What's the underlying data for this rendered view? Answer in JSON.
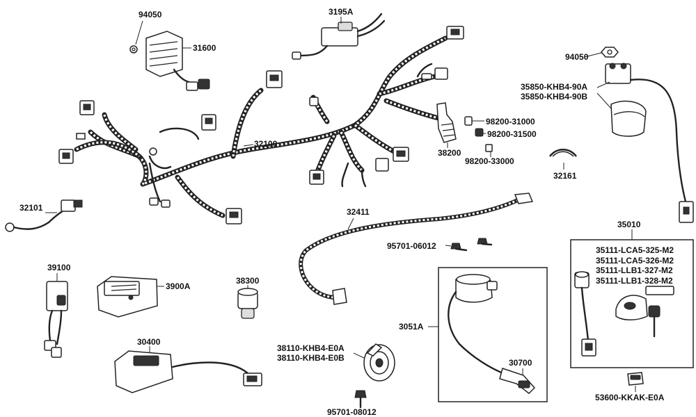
{
  "parts": {
    "p94050_top": "94050",
    "p31600": "31600",
    "p3195A": "3195A",
    "p94050_right": "94050",
    "p35850_90A": "35850-KHB4-90A",
    "p35850_90B": "35850-KHB4-90B",
    "p98200_31000": "98200-31000",
    "p98200_31500": "98200-31500",
    "p38200": "38200",
    "p98200_33000": "98200-33000",
    "p32100": "32100",
    "p32161": "32161",
    "p32101": "32101",
    "p32411": "32411",
    "p35010": "35010",
    "p95701_06012": "95701-06012",
    "p35111_325": "35111-LCA5-325-M2",
    "p35111_326": "35111-LCA5-326-M2",
    "p35111_327": "35111-LLB1-327-M2",
    "p35111_328": "35111-LLB1-328-M2",
    "p39100": "39100",
    "p3900A": "3900A",
    "p38300": "38300",
    "p3051A": "3051A",
    "p30400": "30400",
    "p38110_E0A": "38110-KHB4-E0A",
    "p38110_E0B": "38110-KHB4-E0B",
    "p30700": "30700",
    "p95701_08012": "95701-08012",
    "p53600": "53600-KKAK-E0A"
  }
}
